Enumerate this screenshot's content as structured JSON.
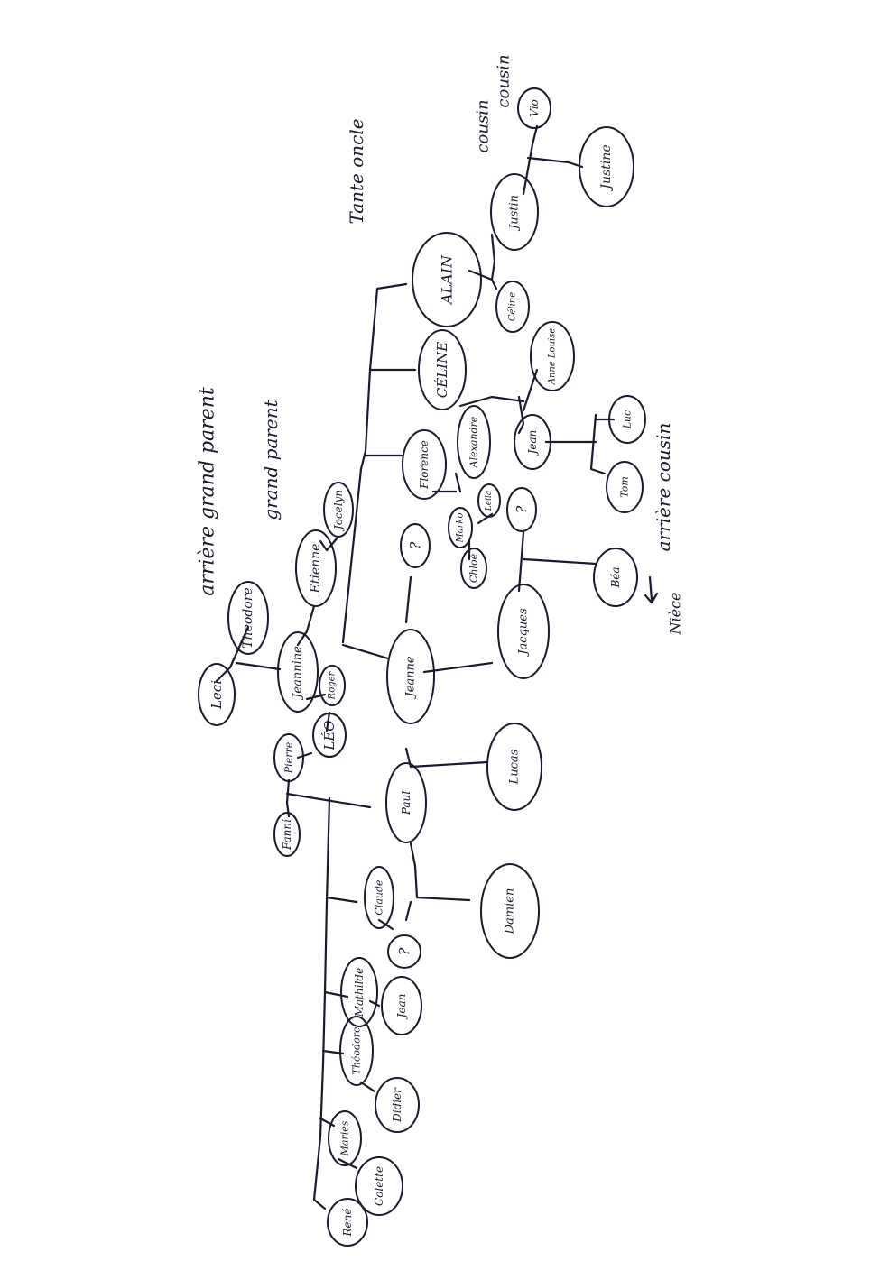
{
  "ink_color": "#1a1a2e",
  "paper_color": "#ffffff",
  "people": {
    "leci": "Leci",
    "theodore_top": "Theodore",
    "etienne": "Etienne",
    "jocelyn": "Jocelyn",
    "jeannine": "Jeannine",
    "roger": "Roger",
    "leo": "LÉO",
    "pierre": "Pierre",
    "fanni": "Fanni",
    "paul": "Paul",
    "jeanne": "Jeanne",
    "q_jeanne": "?",
    "lucas": "Lucas",
    "damien": "Damien",
    "jacques": "Jacques",
    "q_jacques": "?",
    "chloe": "Chloé",
    "marko": "Marko",
    "leila": "Leila",
    "bea": "Béa",
    "florence": "Florence",
    "alexandre": "Alexandre",
    "celine": "CÉLINE",
    "alain": "ALAIN",
    "celine_small": "Céline",
    "justin": "Justin",
    "justine": "Justine",
    "vio": "Vio",
    "jean": "Jean",
    "anne_louise": "Anne Louise",
    "tom": "Tom",
    "luc": "Luc",
    "claude": "Claude",
    "q_claude": "?",
    "mathilde": "Mathilde",
    "jean_sib": "Jean",
    "theodore_sib": "Théodore",
    "didier": "Didier",
    "maries": "Maries",
    "colette": "Colette",
    "rene": "René"
  },
  "notes": {
    "arriere_grand_parent": "arrière grand parent",
    "grand_parent": "grand parent",
    "tante_oncle": "Tante oncle",
    "cousin": "cousin",
    "cousin2": "cousin",
    "arriere_cousin": "arrière cousin",
    "niece": "Nièce"
  }
}
